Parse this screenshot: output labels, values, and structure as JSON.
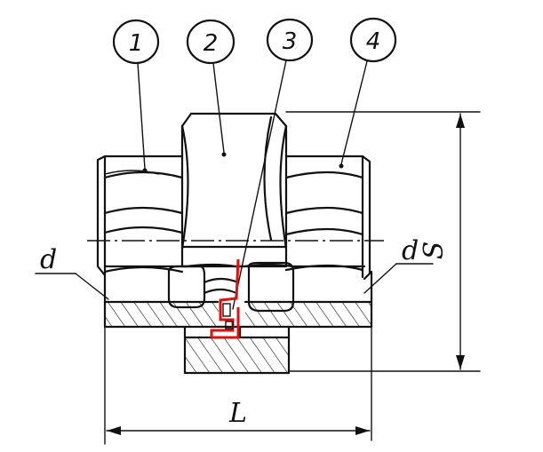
{
  "callouts": [
    {
      "id": "1",
      "label": "1"
    },
    {
      "id": "2",
      "label": "2"
    },
    {
      "id": "3",
      "label": "3"
    },
    {
      "id": "4",
      "label": "4"
    }
  ],
  "dimensions": {
    "diameter_left": "d",
    "diameter_right": "d",
    "across_flats": "S",
    "length": "L"
  },
  "colors": {
    "line": "#111111",
    "seal_highlight": "#e01010",
    "background": "#ffffff"
  }
}
